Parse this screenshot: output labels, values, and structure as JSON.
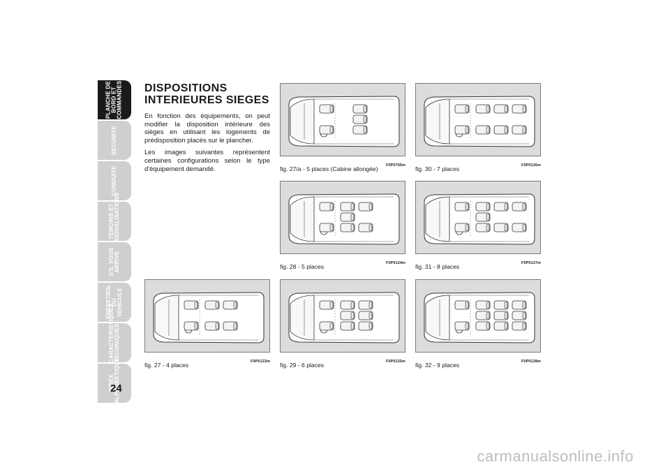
{
  "tabs": [
    {
      "label": "PLANCHE DE\nBORD ET\nCOMMANDES",
      "active": true
    },
    {
      "label": "SECURITE",
      "active": false
    },
    {
      "label": "CONDUITE",
      "active": false
    },
    {
      "label": "TEMOINS ET\nSIGNALISATIONS",
      "active": false
    },
    {
      "label": "S'IL VOUS\nARRIVE",
      "active": false
    },
    {
      "label": "ENTRETIEN DU\nVEHICULE",
      "active": false
    },
    {
      "label": "CARACTERISTIQUES\nTECHNIQUES",
      "active": false
    },
    {
      "label": "INDEX\nALPHABETIQUE",
      "active": false
    }
  ],
  "page_number": "24",
  "section": {
    "title": "DISPOSITIONS\nINTERIEURES SIEGES",
    "paragraphs": [
      "En fonction des équipements, on peut modifier la disposition intérieure des sièges en utilisant les logements de prédisposition placés sur le plancher.",
      "Les images suivantes représentent certaines configurations selon le type d'équipement demandé."
    ]
  },
  "figures": [
    {
      "caption": "fig. 27 - 4 places",
      "code": "F0P0123m"
    },
    {
      "caption": "fig. 27/a - 5 places (Cabine allongée)",
      "code": "F0P0705m"
    },
    {
      "caption": "fig. 28 - 5 places",
      "code": "F0P0124m"
    },
    {
      "caption": "fig. 29 - 6 places",
      "code": "F0P0125m"
    },
    {
      "caption": "fig. 30 - 7 places",
      "code": "F0P0126m"
    },
    {
      "caption": "fig. 31 - 8 places",
      "code": "F0P0127m"
    },
    {
      "caption": "fig. 32 - 9 places",
      "code": "F0P0128m"
    }
  ],
  "watermark": "carmanualsonline.info",
  "colors": {
    "tab_active": "#1a1a1a",
    "tab_inactive": "#cfcfcf",
    "figure_bg": "#dcdcdc"
  }
}
